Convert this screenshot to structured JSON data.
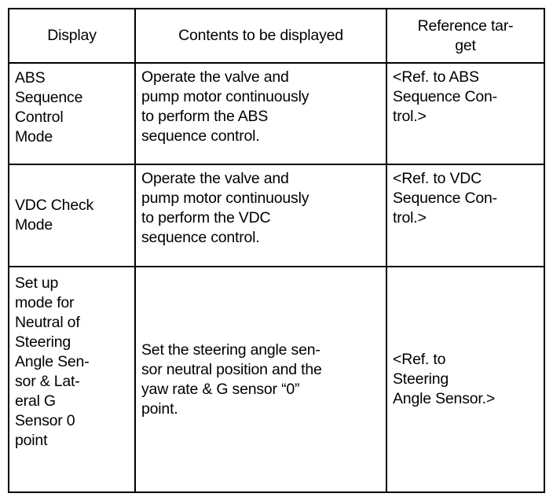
{
  "table": {
    "columns": [
      {
        "key": "display",
        "header": "Display"
      },
      {
        "key": "contents",
        "header": "Contents to be displayed"
      },
      {
        "key": "ref",
        "header": "Reference tar-\nget"
      }
    ],
    "rows": [
      {
        "display": "ABS\nSequence\nControl\nMode",
        "contents": "Operate the valve and\npump motor continuously\nto perform the ABS\nsequence control.",
        "ref": "<Ref. to  ABS\nSequence Con-\ntrol.>"
      },
      {
        "display": "VDC Check\nMode",
        "contents": "Operate the valve and\npump motor continuously\nto perform the VDC\nsequence control.",
        "ref": "<Ref. to VDC\nSequence Con-\ntrol.>"
      },
      {
        "display": "Set up\nmode for\nNeutral of\nSteering\nAngle Sen-\nsor & Lat-\neral G\nSensor 0\npoint",
        "contents": "Set the steering angle sen-\nsor neutral position and the\nyaw rate & G sensor “0”\npoint.",
        "ref": "<Ref. to\nSteering\nAngle Sensor.>"
      }
    ]
  },
  "style": {
    "border_color": "#000000",
    "text_color": "#000000",
    "background_color": "#ffffff"
  }
}
